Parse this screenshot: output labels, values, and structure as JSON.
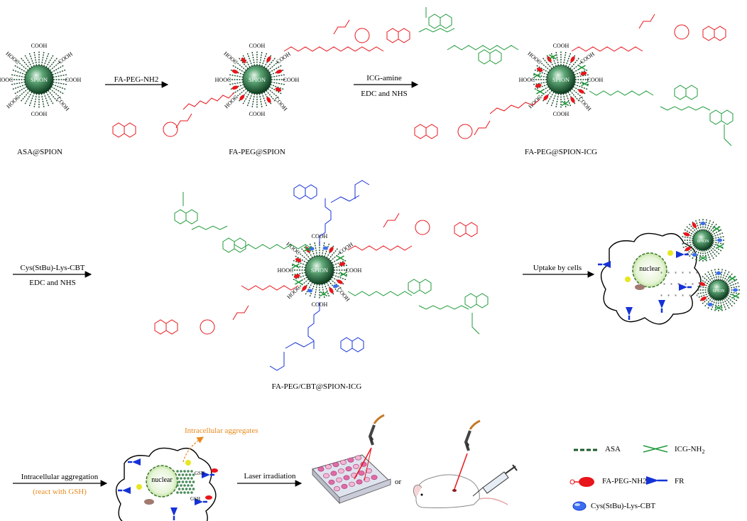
{
  "colors": {
    "fa_peg": "#e8151b",
    "icg": "#1f9a3a",
    "cbt": "#1532d6",
    "aggregate_text": "#e8891c",
    "spion_core": "#1f6b3a",
    "black": "#000000"
  },
  "row1": {
    "asa_spion_label": "ASA@SPION",
    "arrow1_label": "FA-PEG-NH2",
    "fa_peg_spion_label": "FA-PEG@SPION",
    "arrow2_label_top": "ICG-amine",
    "arrow2_label_bottom": "EDC and NHS",
    "fa_peg_spion_icg_label": "FA-PEG@SPION-ICG"
  },
  "row2": {
    "arrow3_label_top": "Cys(StBu)-Lys-CBT",
    "arrow3_label_bottom": "EDC and NHS",
    "product_label": "FA-PEG/CBT@SPION-ICG",
    "arrow4_label": "Uptake by cells",
    "nuclear_label": "nuclear"
  },
  "row3": {
    "arrow5_label_top": "Intracellular aggregation",
    "arrow5_label_bottom": "(react with GSH)",
    "aggregate_label": "Intracellular aggregates",
    "nuclear_label": "nuclear",
    "gsh_label": "GSH",
    "arrow6_label": "Laser irradiation",
    "or_label": "or"
  },
  "particle": {
    "core_label": "SPION",
    "cooh": "COOH",
    "hooc": "HOOC"
  },
  "legend": {
    "asa": "ASA",
    "icg": "ICG-NH",
    "icg_sub": "2",
    "fa_peg": "FA-PEG-NH2",
    "fr": "FR",
    "cbt": "Cys(StBu)-Lys-CBT"
  },
  "icons": [
    "spion-particle",
    "fa-peg-drop-icon",
    "folate-receptor-icon",
    "cbt-drop-icon",
    "asa-ligand-icon",
    "icg-ligand-icon",
    "cell-icon",
    "laser-fiber-icon",
    "well-plate-icon",
    "mouse-icon",
    "syringe-icon"
  ]
}
